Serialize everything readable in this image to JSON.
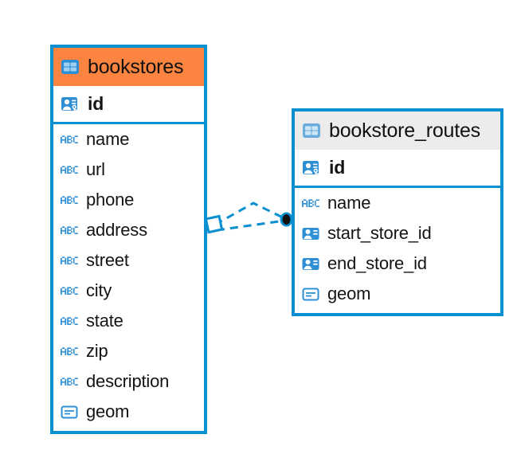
{
  "diagram": {
    "title": "bookstores-bookstore_routes-er-diagram",
    "colors": {
      "border_blue": "#0a8fd0",
      "selected_header_orange": "#fa8440",
      "unselected_header_gray": "#ececec",
      "icon_blue": "#2e8fd4",
      "text_black": "#141414",
      "connector_blue": "#0a8fd0",
      "connector_dot_center": "#111111",
      "canvas_white": "#ffffff"
    }
  },
  "entities": [
    {
      "name": "bookstores",
      "header_state": "selected",
      "header_icon": "table-icon",
      "primary_key": {
        "label": "id",
        "icon": "primary-key-icon"
      },
      "fields": [
        {
          "label": "name",
          "icon": "abc-text-icon"
        },
        {
          "label": "url",
          "icon": "abc-text-icon"
        },
        {
          "label": "phone",
          "icon": "abc-text-icon"
        },
        {
          "label": "address",
          "icon": "abc-text-icon"
        },
        {
          "label": "street",
          "icon": "abc-text-icon"
        },
        {
          "label": "city",
          "icon": "abc-text-icon"
        },
        {
          "label": "state",
          "icon": "abc-text-icon"
        },
        {
          "label": "zip",
          "icon": "abc-text-icon"
        },
        {
          "label": "description",
          "icon": "abc-text-icon"
        },
        {
          "label": "geom",
          "icon": "geometry-icon"
        }
      ]
    },
    {
      "name": "bookstore_routes",
      "header_state": "unselected",
      "header_icon": "table-icon",
      "primary_key": {
        "label": "id",
        "icon": "primary-key-icon"
      },
      "fields": [
        {
          "label": "name",
          "icon": "abc-text-icon"
        },
        {
          "label": "start_store_id",
          "icon": "foreign-key-icon"
        },
        {
          "label": "end_store_id",
          "icon": "foreign-key-icon"
        },
        {
          "label": "geom",
          "icon": "geometry-icon"
        }
      ]
    }
  ],
  "relationship": {
    "source_entity": "bookstores",
    "target_entity": "bookstore_routes",
    "line_style": "dashed",
    "source_endpoint_icon": "diamond-endpoint-icon",
    "target_endpoint_icon": "dot-endpoint-icon"
  }
}
